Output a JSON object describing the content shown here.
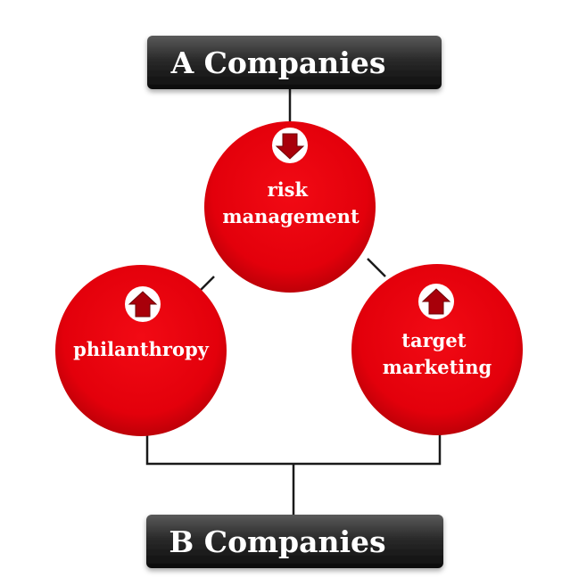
{
  "top_box": {
    "label": "A Companies"
  },
  "bottom_box": {
    "label": "B Companies"
  },
  "nodes": [
    {
      "id": "risk",
      "lines": [
        "risk",
        "management"
      ],
      "arrow": "down"
    },
    {
      "id": "philanthropy",
      "lines": [
        "philanthropy"
      ],
      "arrow": "up"
    },
    {
      "id": "target",
      "lines": [
        "target",
        "marketing"
      ],
      "arrow": "up"
    }
  ],
  "colors": {
    "circle": "#e8000b",
    "circle_dark": "#b70007",
    "box": "#1c1c1c",
    "box_top": "#4a4a4a",
    "arrow": "#a8000a",
    "line": "#1a1a1a"
  }
}
